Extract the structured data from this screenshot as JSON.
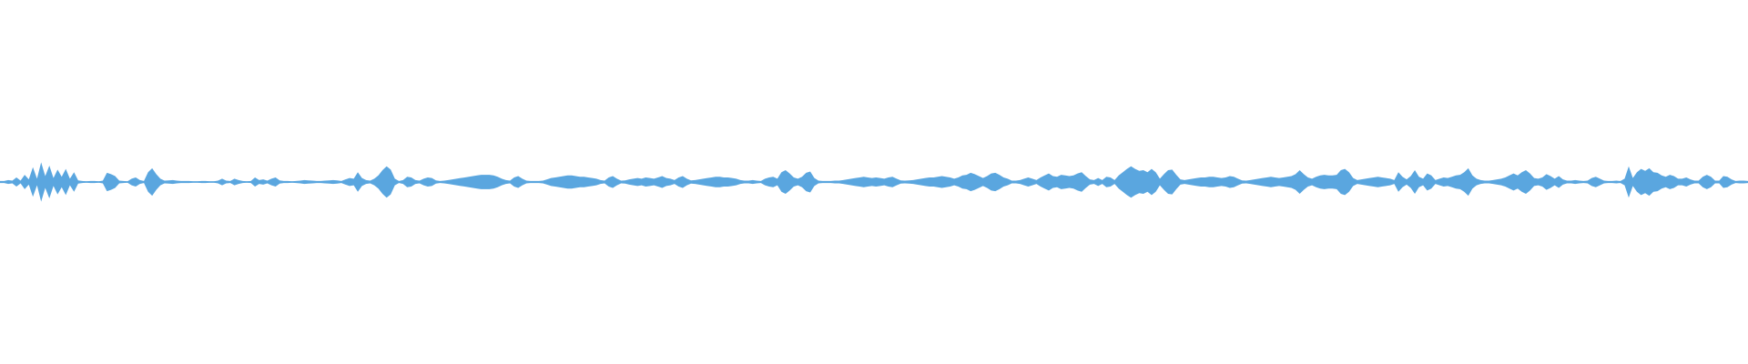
{
  "waveform": {
    "color": "#5aa6df",
    "background": "#ffffff",
    "samples": [
      0.03,
      0.03,
      0.06,
      0.04,
      0.14,
      0.04,
      0.22,
      0.08,
      0.45,
      0.1,
      0.6,
      0.18,
      0.5,
      0.12,
      0.38,
      0.16,
      0.4,
      0.1,
      0.3,
      0.05,
      0.03,
      0.02,
      0.03,
      0.03,
      0.02,
      0.04,
      0.28,
      0.24,
      0.18,
      0.04,
      0.03,
      0.02,
      0.1,
      0.14,
      0.06,
      0.03,
      0.3,
      0.42,
      0.24,
      0.1,
      0.04,
      0.05,
      0.06,
      0.04,
      0.03,
      0.03,
      0.03,
      0.02,
      0.02,
      0.03,
      0.03,
      0.02,
      0.02,
      0.04,
      0.1,
      0.04,
      0.03,
      0.1,
      0.06,
      0.03,
      0.02,
      0.03,
      0.14,
      0.06,
      0.08,
      0.04,
      0.1,
      0.14,
      0.05,
      0.03,
      0.03,
      0.02,
      0.03,
      0.04,
      0.06,
      0.05,
      0.04,
      0.03,
      0.03,
      0.04,
      0.05,
      0.06,
      0.05,
      0.03,
      0.08,
      0.12,
      0.1,
      0.3,
      0.12,
      0.06,
      0.04,
      0.1,
      0.2,
      0.36,
      0.48,
      0.38,
      0.1,
      0.03,
      0.06,
      0.16,
      0.14,
      0.06,
      0.04,
      0.1,
      0.14,
      0.12,
      0.05,
      0.03,
      0.04,
      0.06,
      0.08,
      0.1,
      0.12,
      0.14,
      0.16,
      0.18,
      0.2,
      0.22,
      0.22,
      0.22,
      0.2,
      0.16,
      0.1,
      0.06,
      0.04,
      0.14,
      0.18,
      0.1,
      0.04,
      0.03,
      0.03,
      0.03,
      0.04,
      0.08,
      0.12,
      0.14,
      0.16,
      0.18,
      0.2,
      0.2,
      0.18,
      0.16,
      0.16,
      0.14,
      0.12,
      0.1,
      0.06,
      0.04,
      0.14,
      0.18,
      0.1,
      0.04,
      0.05,
      0.08,
      0.1,
      0.12,
      0.1,
      0.14,
      0.12,
      0.1,
      0.14,
      0.18,
      0.12,
      0.1,
      0.06,
      0.14,
      0.18,
      0.1,
      0.05,
      0.06,
      0.08,
      0.1,
      0.12,
      0.14,
      0.16,
      0.16,
      0.14,
      0.14,
      0.12,
      0.1,
      0.06,
      0.04,
      0.04,
      0.06,
      0.04,
      0.03,
      0.1,
      0.14,
      0.16,
      0.1,
      0.3,
      0.36,
      0.26,
      0.14,
      0.1,
      0.16,
      0.28,
      0.32,
      0.12,
      0.04,
      0.03,
      0.03,
      0.03,
      0.04,
      0.04,
      0.06,
      0.08,
      0.1,
      0.12,
      0.14,
      0.16,
      0.14,
      0.12,
      0.14,
      0.12,
      0.1,
      0.14,
      0.16,
      0.1,
      0.05,
      0.04,
      0.05,
      0.06,
      0.08,
      0.1,
      0.12,
      0.14,
      0.14,
      0.16,
      0.18,
      0.16,
      0.14,
      0.1,
      0.14,
      0.2,
      0.22,
      0.28,
      0.24,
      0.18,
      0.12,
      0.18,
      0.26,
      0.28,
      0.22,
      0.14,
      0.1,
      0.04,
      0.04,
      0.06,
      0.1,
      0.14,
      0.1,
      0.06,
      0.14,
      0.2,
      0.26,
      0.18,
      0.16,
      0.22,
      0.2,
      0.18,
      0.2,
      0.26,
      0.3,
      0.18,
      0.08,
      0.06,
      0.12,
      0.06,
      0.16,
      0.14,
      0.06,
      0.2,
      0.3,
      0.4,
      0.48,
      0.4,
      0.34,
      0.36,
      0.3,
      0.4,
      0.3,
      0.1,
      0.24,
      0.36,
      0.38,
      0.22,
      0.08,
      0.06,
      0.08,
      0.1,
      0.12,
      0.14,
      0.14,
      0.16,
      0.16,
      0.14,
      0.12,
      0.14,
      0.18,
      0.16,
      0.1,
      0.05,
      0.04,
      0.06,
      0.08,
      0.1,
      0.12,
      0.14,
      0.16,
      0.14,
      0.12,
      0.14,
      0.16,
      0.18,
      0.24,
      0.36,
      0.24,
      0.14,
      0.1,
      0.16,
      0.2,
      0.22,
      0.2,
      0.2,
      0.22,
      0.36,
      0.4,
      0.3,
      0.12,
      0.06,
      0.08,
      0.1,
      0.12,
      0.14,
      0.16,
      0.14,
      0.12,
      0.1,
      0.06,
      0.3,
      0.16,
      0.08,
      0.18,
      0.36,
      0.16,
      0.1,
      0.26,
      0.2,
      0.06,
      0.1,
      0.14,
      0.12,
      0.16,
      0.2,
      0.22,
      0.3,
      0.42,
      0.2,
      0.1,
      0.06,
      0.04,
      0.04,
      0.06,
      0.08,
      0.1,
      0.14,
      0.2,
      0.26,
      0.2,
      0.3,
      0.36,
      0.26,
      0.12,
      0.1,
      0.14,
      0.24,
      0.18,
      0.1,
      0.18,
      0.08,
      0.04,
      0.04,
      0.06,
      0.04,
      0.03,
      0.04,
      0.12,
      0.16,
      0.1,
      0.04,
      0.03,
      0.03,
      0.04,
      0.03,
      0.1,
      0.48,
      0.12,
      0.3,
      0.4,
      0.34,
      0.42,
      0.3,
      0.28,
      0.2,
      0.16,
      0.22,
      0.18,
      0.1,
      0.1,
      0.14,
      0.08,
      0.04,
      0.04,
      0.16,
      0.22,
      0.16,
      0.04,
      0.04,
      0.18,
      0.16,
      0.08,
      0.03,
      0.04,
      0.04,
      0.03
    ]
  }
}
